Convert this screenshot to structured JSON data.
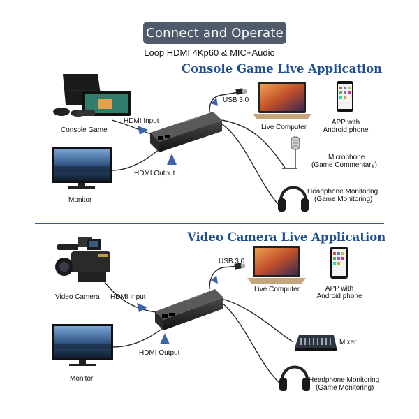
{
  "header": {
    "banner": "Connect and Operate",
    "subtitle": "Loop HDMI 4Kp60 & MIC+Audio"
  },
  "console_section": {
    "title": "Console Game Live Application",
    "labels": {
      "console": "Console Game",
      "hdmi_input": "HDMI Input",
      "hdmi_output": "HDMI Output",
      "monitor": "Monitor",
      "usb": "USB 3.0",
      "computer": "Live Computer",
      "app_line1": "APP with",
      "app_line2": "Android phone",
      "mic_line1": "Microphone",
      "mic_line2": "(Game Commentary)",
      "hp_line1": "Headphone Monitoring",
      "hp_line2": "(Game Monitoring)"
    }
  },
  "camera_section": {
    "title": "Video Camera Live Application",
    "labels": {
      "camera": "Video Camera",
      "hdmi_input": "HDMI Input",
      "hdmi_output": "HDMI Output",
      "monitor": "Monitor",
      "usb": "USB 3.0",
      "computer": "Live Computer",
      "app_line1": "APP with",
      "app_line2": "Android phone",
      "mixer": "Mixer",
      "hp_line1": "Headphone Monitoring",
      "hp_line2": "(Game Monitoring)"
    }
  },
  "colors": {
    "banner_bg": "#4f5b6b",
    "title_blue": "#1f4f8f",
    "arrow_blue": "#3c64a8",
    "cable": "#2a2a2a"
  },
  "icons": [
    "game-console-icon",
    "monitor-icon",
    "capture-card-icon",
    "laptop-icon",
    "smartphone-icon",
    "microphone-icon",
    "headphones-icon",
    "video-camera-icon",
    "audio-mixer-icon"
  ]
}
